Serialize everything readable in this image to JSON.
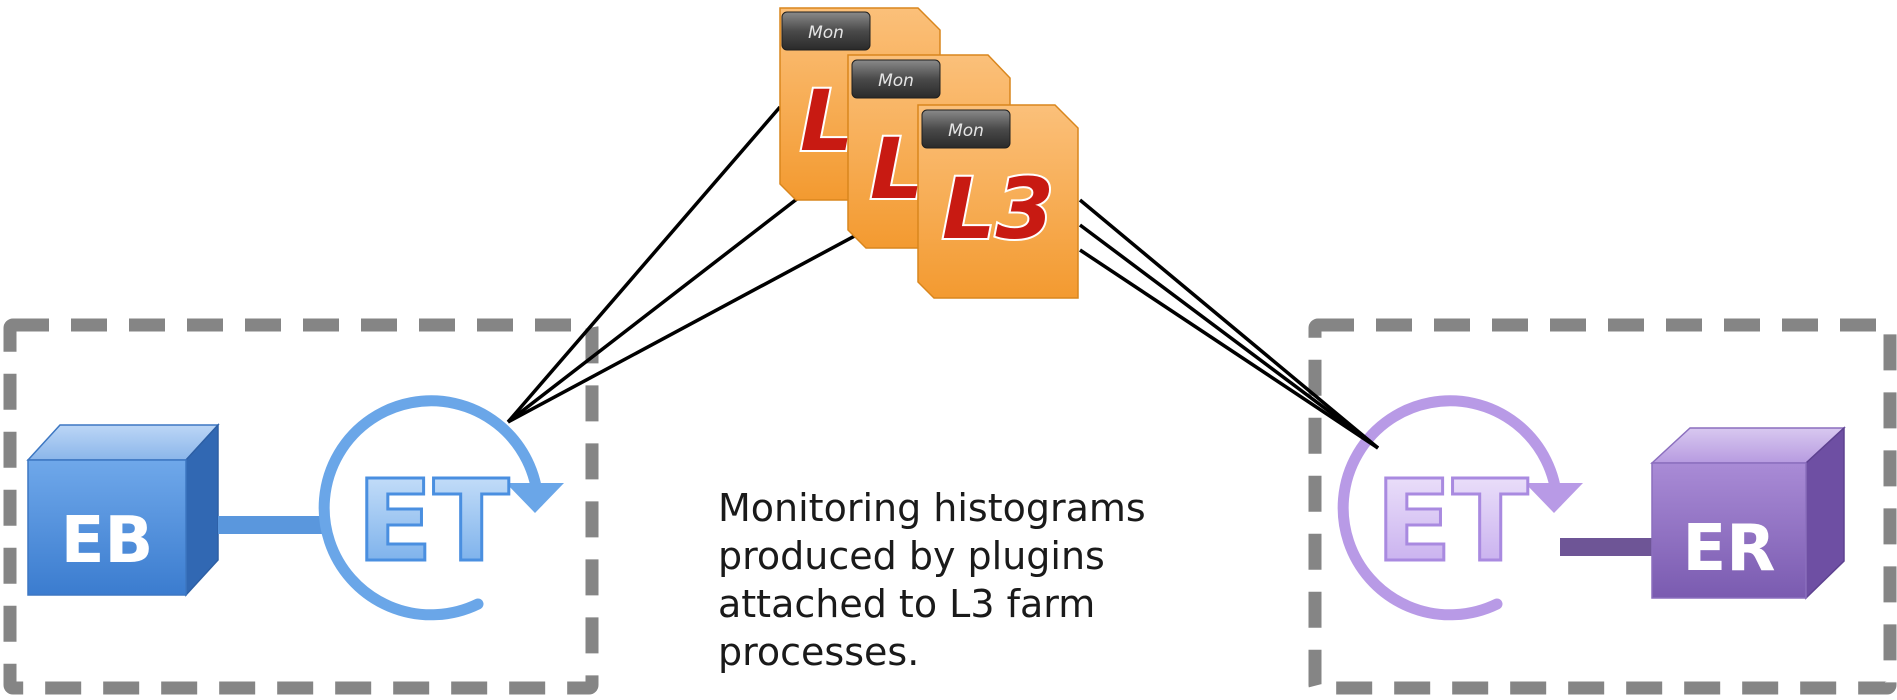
{
  "left_cube_label": "EB",
  "right_cube_label": "ER",
  "left_et_label": "ET",
  "right_et_label": "ET",
  "doc_tab_label": "Mon",
  "doc_label": "L3",
  "caption_lines": [
    "Monitoring histograms",
    "produced by plugins",
    "attached to L3 farm",
    "processes."
  ],
  "colors": {
    "eb_cube": "#4f8fdc",
    "er_cube": "#8a6dbd",
    "et_left": "#4a8fe0",
    "et_right": "#a98ae0",
    "doc_orange": "#f7a340",
    "doc_text_red": "#c81a12",
    "dashed_border": "#858585"
  }
}
